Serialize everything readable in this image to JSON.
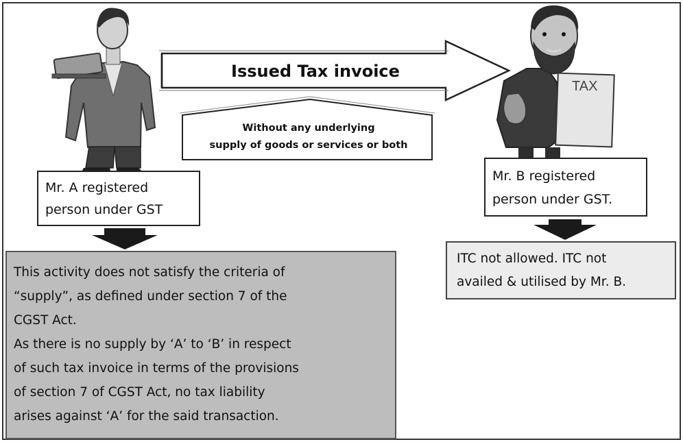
{
  "center_arrow": {
    "label": "Issued Tax invoice"
  },
  "note": {
    "lines": [
      "Without any underlying",
      "supply of goods or services or both"
    ]
  },
  "person_a": {
    "lines": [
      "Mr.  A registered",
      "person under GST"
    ]
  },
  "person_b": {
    "lines": [
      "Mr. B registered",
      "person under GST."
    ]
  },
  "sign_text": "TAX",
  "explanation_a": {
    "lines": [
      "This activity does not satisfy the criteria of",
      "“supply”, as defined under section 7 of the",
      "CGST Act.",
      "As there is no supply by ‘A’ to ‘B’ in respect",
      "of such tax invoice in terms of the provisions",
      "of section 7 of CGST Act, no tax liability",
      "arises against ‘A’ for the said transaction."
    ]
  },
  "explanation_b": {
    "lines": [
      "ITC not allowed. ITC not",
      "availed & utilised by Mr. B."
    ]
  }
}
